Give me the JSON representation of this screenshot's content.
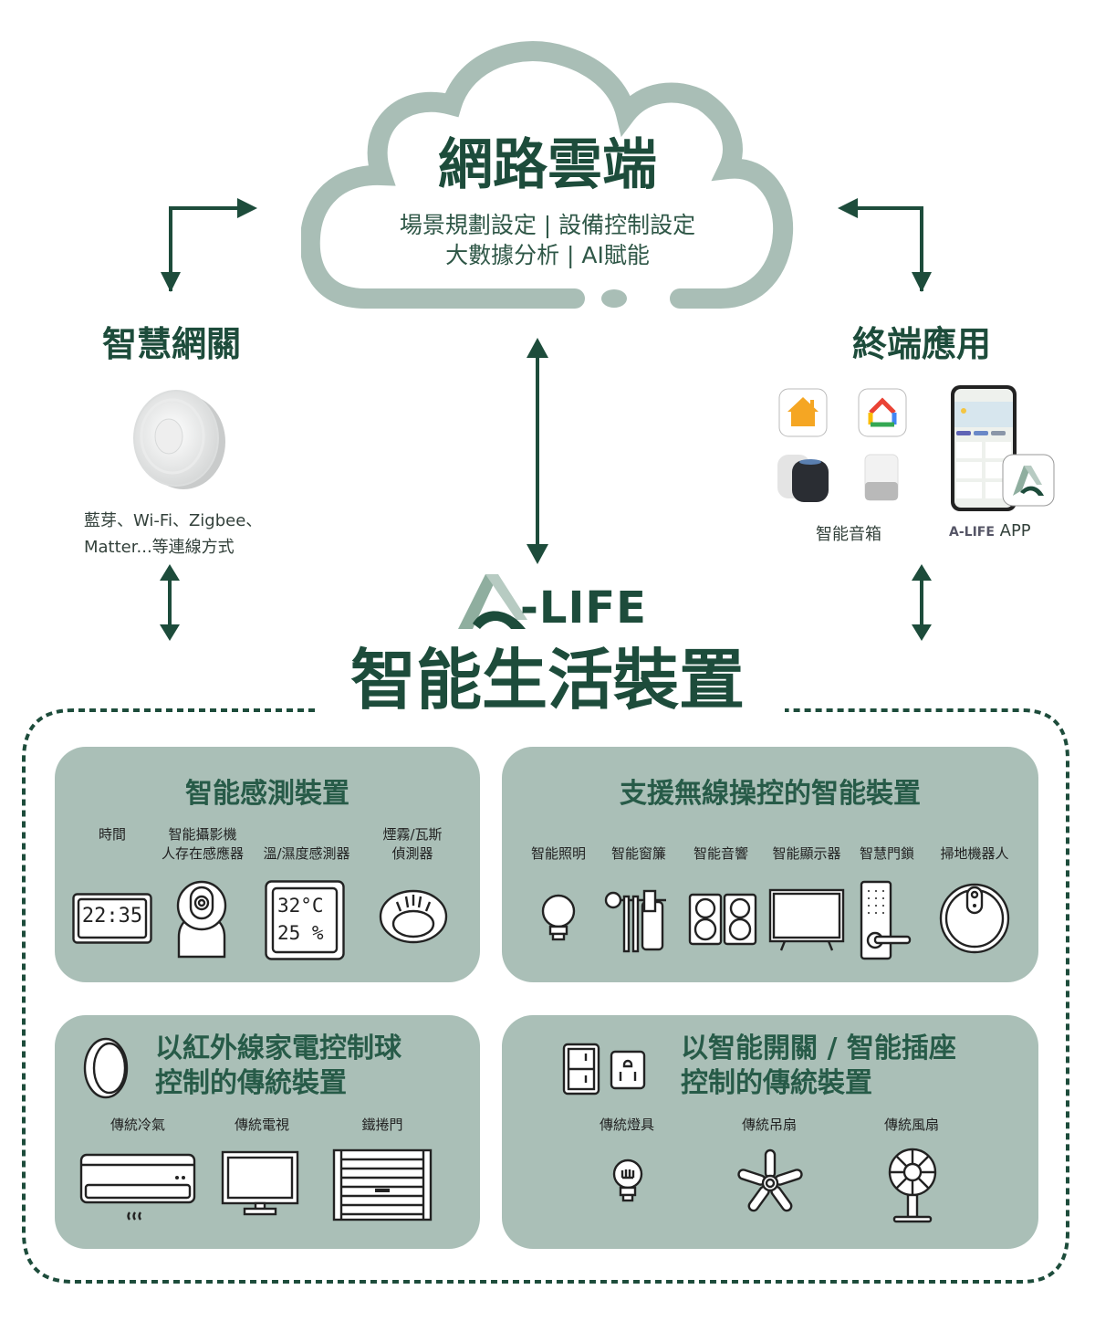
{
  "cloud": {
    "title": "網路雲端",
    "line1": "場景規劃設定 | 設備控制設定",
    "line2": "大數據分析 | AI賦能"
  },
  "gateway": {
    "title": "智慧網關",
    "desc_line1": "藍芽、Wi-Fi、Zigbee、",
    "desc_line2": "Matter...等連線方式",
    "icon": "smart-gateway-device"
  },
  "terminal": {
    "title": "終端應用",
    "speaker_label": "智能音箱",
    "app_label": "APP",
    "app_brand": "A-LIFE",
    "icons": [
      "apple-home-icon",
      "google-home-icon",
      "homepod-icon",
      "google-speaker-icon",
      "phone-app-icon",
      "alife-app-icon"
    ]
  },
  "brand": {
    "logo_text": "-LIFE",
    "subtitle": "智能生活裝置"
  },
  "colors": {
    "dark_green": "#1d4c3b",
    "panel_bg": "#aabfb7",
    "cloud_stroke": "#a9beb6",
    "logo_light": "#8fae9f"
  },
  "panels": {
    "sensing": {
      "title": "智能感測裝置",
      "items": [
        {
          "label_line1": "",
          "label_line2": "時間",
          "icon": "digital-clock-icon",
          "display": "22:35"
        },
        {
          "label_line1": "智能攝影機",
          "label_line2": "人存在感應器",
          "icon": "camera-icon"
        },
        {
          "label_line1": "",
          "label_line2": "溫/濕度感測器",
          "icon": "thermo-hygrometer-icon",
          "temp": "32°C",
          "humidity": "25 %"
        },
        {
          "label_line1": "煙霧/瓦斯",
          "label_line2": "偵測器",
          "icon": "smoke-detector-icon"
        }
      ]
    },
    "wireless": {
      "title": "支援無線操控的智能裝置",
      "items": [
        {
          "label": "智能照明",
          "icon": "smart-bulb-icon"
        },
        {
          "label": "智能窗簾",
          "icon": "curtain-motor-icon"
        },
        {
          "label": "智能音響",
          "icon": "speaker-icon"
        },
        {
          "label": "智能顯示器",
          "icon": "display-icon"
        },
        {
          "label": "智慧門鎖",
          "icon": "door-lock-icon"
        },
        {
          "label": "掃地機器人",
          "icon": "robot-vacuum-icon"
        }
      ]
    },
    "infrared": {
      "title_line1": "以紅外線家電控制球",
      "title_line2": "控制的傳統裝置",
      "items": [
        {
          "label": "傳統冷氣",
          "icon": "air-conditioner-icon"
        },
        {
          "label": "傳統電視",
          "icon": "tv-icon"
        },
        {
          "label": "鐵捲門",
          "icon": "rolling-door-icon"
        }
      ]
    },
    "switch": {
      "title_line1": "以智能開關 / 智能插座",
      "title_line2": "控制的傳統裝置",
      "items": [
        {
          "label": "傳統燈具",
          "icon": "light-bulb-icon"
        },
        {
          "label": "傳統吊扇",
          "icon": "ceiling-fan-icon"
        },
        {
          "label": "傳統風扇",
          "icon": "electric-fan-icon"
        }
      ]
    }
  }
}
